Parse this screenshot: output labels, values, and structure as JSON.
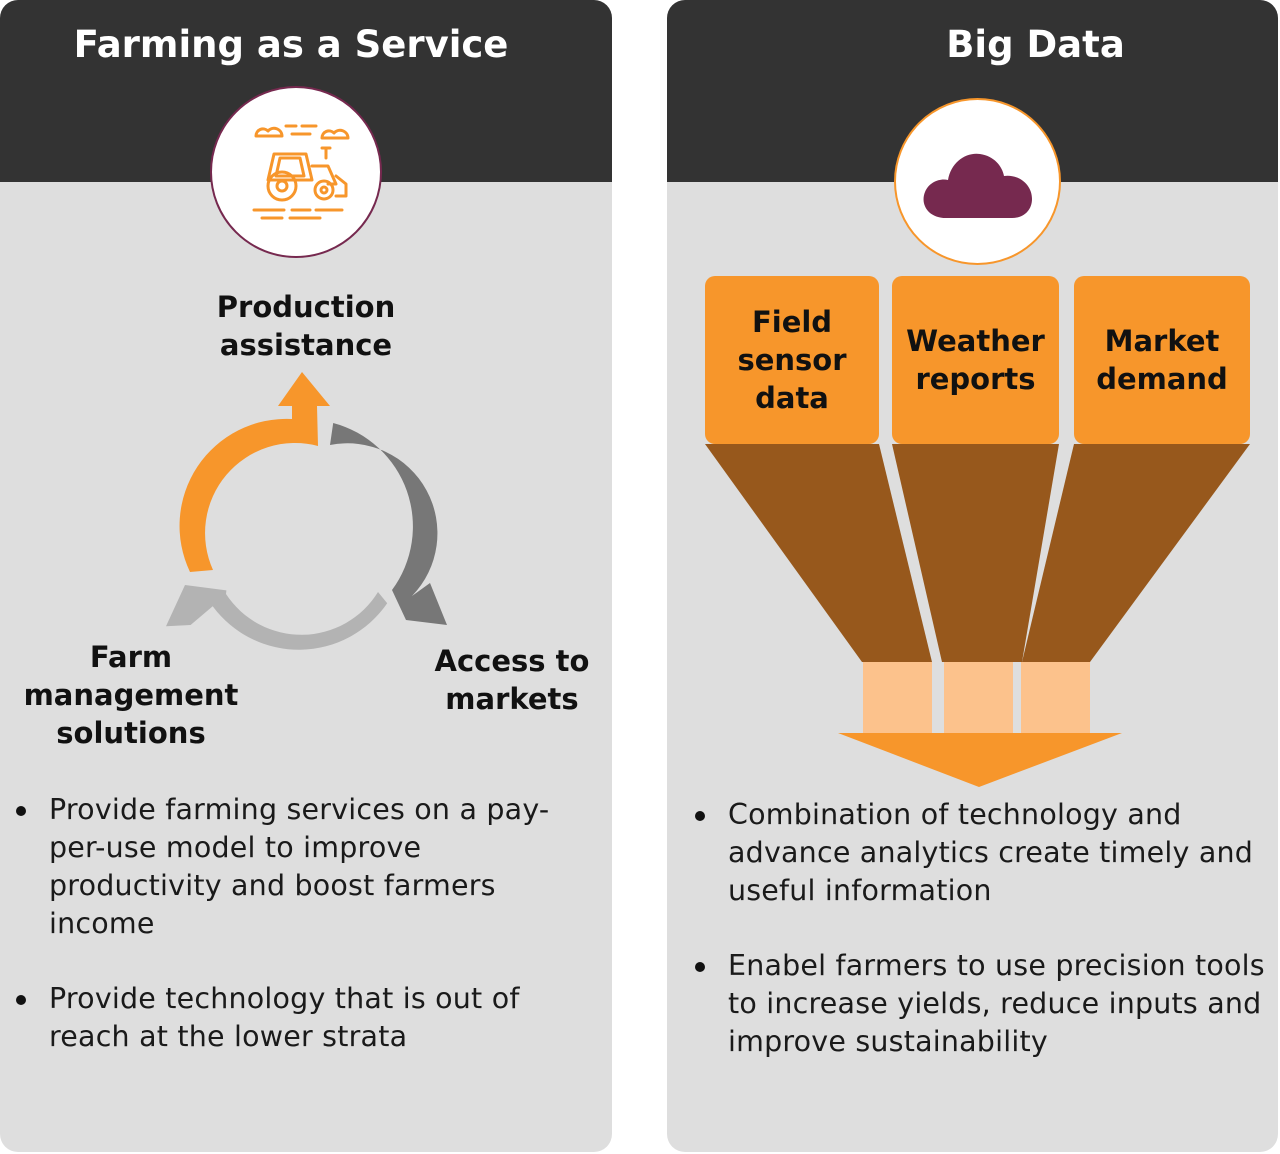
{
  "farming": {
    "title": "Farming as a Service",
    "icon": "tractor-icon",
    "cycle": {
      "production": "Production assistance",
      "access": "Access to markets",
      "management": "Farm management solutions"
    },
    "bullets": [
      "Provide farming services on a pay-per-use model to improve productivity and boost farmers income",
      "Provide technology that is out of reach at the lower strata"
    ]
  },
  "bigdata": {
    "title": "Big Data",
    "icon": "cloud-icon",
    "sources": [
      "Field sensor data",
      "Weather reports",
      "Market demand"
    ],
    "bullets": [
      "Combination of technology and advance analytics create timely and useful information",
      "Enabel farmers to use precision tools to increase yields, reduce inputs and improve sustainability"
    ]
  },
  "colors": {
    "header": "#333333",
    "panel": "#dedede",
    "orange": "#f7962b",
    "brown": "#97581c",
    "light_orange": "#fcc28c",
    "plum": "#76294f",
    "dark_gray": "#777777",
    "light_gray": "#b3b3b3"
  }
}
